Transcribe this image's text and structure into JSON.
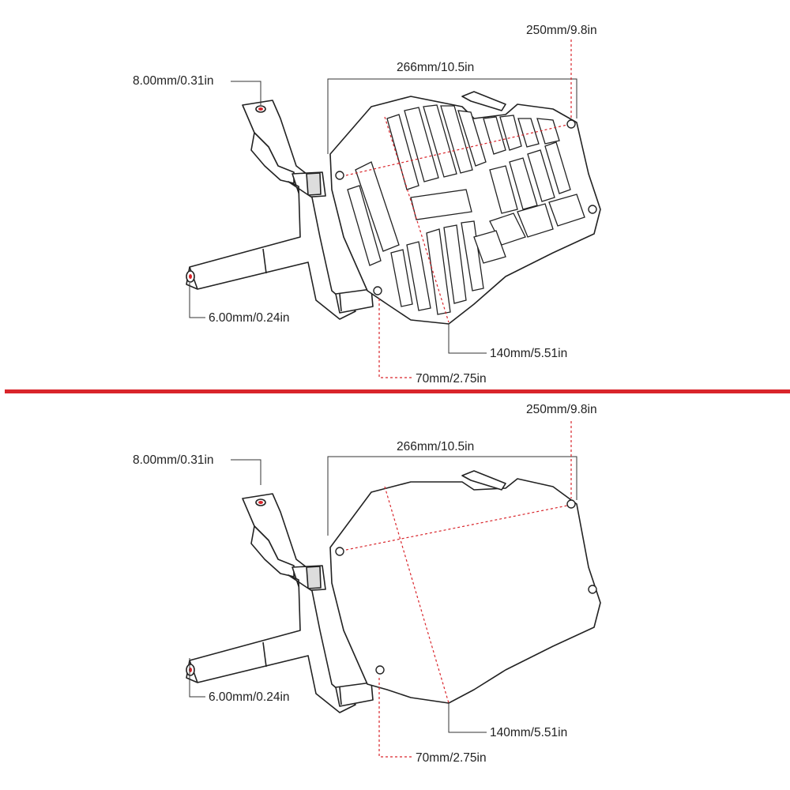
{
  "colors": {
    "divider": "#d9252b",
    "dim_line_solid": "#333333",
    "dim_line_dashed": "#d9252b",
    "outline": "#222222",
    "grille_fill": "#ffffff"
  },
  "panels": [
    {
      "variant": "grille",
      "dimensions": {
        "width_top": "250mm/9.8in",
        "width_overall": "266mm/10.5in",
        "hole_upper": "8.00mm/0.31in",
        "hole_lower": "6.00mm/0.24in",
        "height": "140mm/5.51in",
        "offset": "70mm/2.75in"
      }
    },
    {
      "variant": "solid-shield",
      "dimensions": {
        "width_top": "250mm/9.8in",
        "width_overall": "266mm/10.5in",
        "hole_upper": "8.00mm/0.31in",
        "hole_lower": "6.00mm/0.24in",
        "height": "140mm/5.51in",
        "offset": "70mm/2.75in"
      }
    }
  ]
}
